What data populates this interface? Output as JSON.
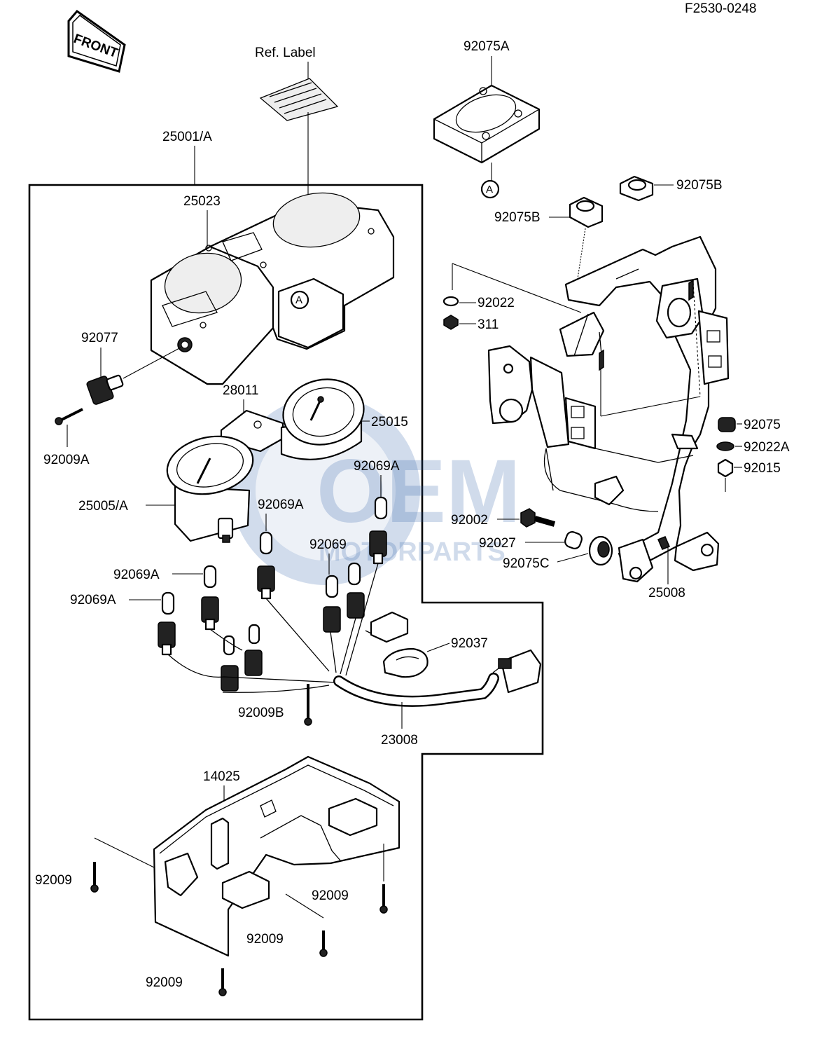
{
  "diagram_code": "F2530-0248",
  "front_label": "FRONT",
  "ref_label": "Ref. Label",
  "watermark": {
    "main": "OEM",
    "sub": "MOTORPARTS"
  },
  "callout_letter": "A",
  "parts": {
    "p25001A": "25001/A",
    "p25023": "25023",
    "p92077": "92077",
    "p92009A": "92009A",
    "p28011": "28011",
    "p25015": "25015",
    "p25005A": "25005/A",
    "p92069A_1": "92069A",
    "p92069A_2": "92069A",
    "p92069": "92069",
    "p92069A_3": "92069A",
    "p92069A_4": "92069A",
    "p92037": "92037",
    "p92009B": "92009B",
    "p23008": "23008",
    "p14025": "14025",
    "p92009_1": "92009",
    "p92009_2": "92009",
    "p92009_3": "92009",
    "p92009_4": "92009",
    "p92075A": "92075A",
    "p92075B_1": "92075B",
    "p92075B_2": "92075B",
    "p92022": "92022",
    "p311": "311",
    "p92075": "92075",
    "p92022A": "92022A",
    "p92015": "92015",
    "p92002": "92002",
    "p92027": "92027",
    "p92075C": "92075C",
    "p25008": "25008"
  }
}
